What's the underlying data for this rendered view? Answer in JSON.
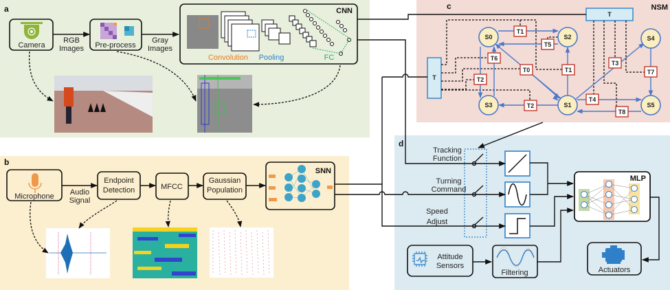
{
  "panel_a": {
    "label": "a",
    "camera": "Camera",
    "rgb_images": [
      "RGB",
      "Images"
    ],
    "preprocess": "Pre-process",
    "gray_images": [
      "Gray",
      "Images"
    ],
    "cnn": {
      "title": "CNN",
      "convolution": "Convolution",
      "pooling": "Pooling",
      "fc": "FC"
    },
    "colors": {
      "background": "#e8efdc",
      "camera_icon": "#8fb53a",
      "convolution": "#e67e22",
      "pooling": "#2f80c9",
      "fc": "#27ae60"
    }
  },
  "panel_b": {
    "label": "b",
    "microphone": "Microphone",
    "audio_signal": [
      "Audio",
      "Signal"
    ],
    "endpoint": [
      "Endpoint",
      "Detection"
    ],
    "mfcc": "MFCC",
    "gaussian": [
      "Gaussian",
      "Population"
    ],
    "snn": "SNN",
    "colors": {
      "background": "#fcefcf",
      "microphone_icon": "#ef9a4a",
      "neurons": "#3ea3c8"
    }
  },
  "panel_c": {
    "label": "c",
    "title": "NSM",
    "t_top": "T",
    "t_left": "T",
    "states": [
      "S0",
      "S1",
      "S2",
      "S3",
      "S4",
      "S5"
    ],
    "transitions": [
      "T0",
      "T1",
      "T1",
      "T2",
      "T2",
      "T3",
      "T4",
      "T5",
      "T6",
      "T7",
      "T8"
    ],
    "colors": {
      "background": "#f3dbd6",
      "state_fill": "#fbeec0",
      "edge": "#4a78c8",
      "transition_border": "#c0392b"
    }
  },
  "panel_d": {
    "label": "d",
    "tracking": [
      "Tracking",
      "Function"
    ],
    "turning": [
      "Turning",
      "Command"
    ],
    "speed": [
      "Speed",
      "Adjust"
    ],
    "mlp": "MLP",
    "attitude": [
      "Attitude",
      "Sensors"
    ],
    "filtering": "Filtering",
    "actuators": "Actuators",
    "colors": {
      "background": "#dcebf2",
      "function_box": "#2f80c9"
    }
  }
}
